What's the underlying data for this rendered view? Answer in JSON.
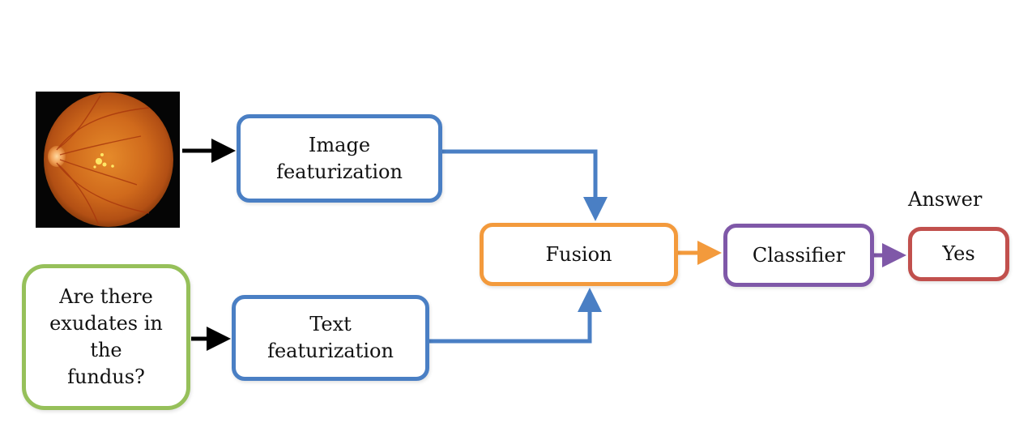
{
  "nodes": {
    "image_featurization": {
      "line1": "Image",
      "line2": "featurization"
    },
    "text_featurization": {
      "line1": "Text",
      "line2": "featurization"
    },
    "fusion": "Fusion",
    "classifier": "Classifier",
    "answer_label": "Answer",
    "answer": "Yes",
    "question": {
      "line1": "Are there",
      "line2": "exudates in",
      "line3": "the",
      "line4": "fundus?"
    }
  },
  "colors": {
    "featurization": "#4a7fc4",
    "fusion": "#f39a3c",
    "classifier": "#7f58a8",
    "answer": "#c1504d",
    "question": "#96c05a",
    "input_arrow": "#000000"
  },
  "image": {
    "subject": "retinal-fundus-photo"
  }
}
